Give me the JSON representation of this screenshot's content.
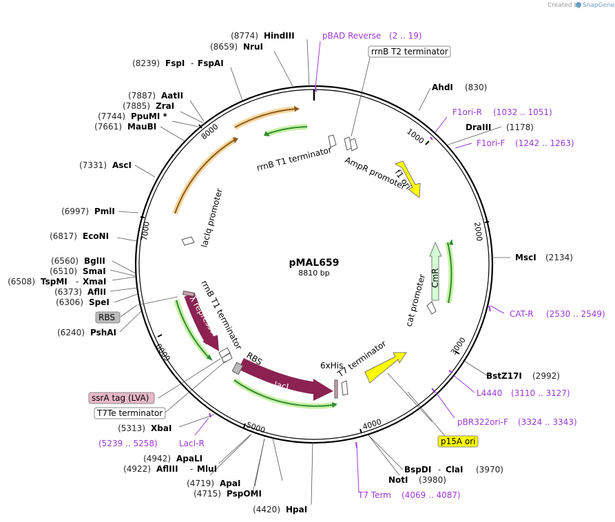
{
  "credit": {
    "prefix": "Created by",
    "brand": "SnapGene"
  },
  "plasmid": {
    "name": "pMAL659",
    "size": "8810 bp"
  },
  "colors": {
    "primer": "#9c38d6",
    "orf_green": "#2e8b2e",
    "lacI": "#8b2252",
    "terminator_yellow": "#ffff00",
    "lacIq": "#e8a33a"
  },
  "ticks": [
    {
      "label": "1000"
    },
    {
      "label": "2000"
    },
    {
      "label": "3000"
    },
    {
      "label": "4000"
    },
    {
      "label": "5000"
    },
    {
      "label": "6000"
    },
    {
      "label": "7000"
    },
    {
      "label": "8000"
    }
  ],
  "sites": [
    {
      "pos": "(8774)",
      "name": "HindIII"
    },
    {
      "pos": "(8659)",
      "name": "NruI"
    },
    {
      "pos": "(8239)",
      "name": "FspI",
      "name2": "FspAI"
    },
    {
      "pos": "(7887)",
      "name": "AatII"
    },
    {
      "pos": "(7885)",
      "name": "ZraI"
    },
    {
      "pos": "(7744)",
      "name": "PpuMI *"
    },
    {
      "pos": "(7661)",
      "name": "MauBI"
    },
    {
      "pos": "(7331)",
      "name": "AscI"
    },
    {
      "pos": "(6997)",
      "name": "PmlI"
    },
    {
      "pos": "(6817)",
      "name": "EcoNI"
    },
    {
      "pos": "(6560)",
      "name": "BglII"
    },
    {
      "pos": "(6510)",
      "name": "SmaI"
    },
    {
      "pos": "(6508)",
      "name": "TspMI",
      "name2": "XmaI"
    },
    {
      "pos": "(6373)",
      "name": "AflII"
    },
    {
      "pos": "(6306)",
      "name": "SpeI"
    },
    {
      "pos": "(6240)",
      "name": "PshAI"
    },
    {
      "pos": "(5313)",
      "name": "XbaI"
    },
    {
      "pos": "(4942)",
      "name": "ApaLI"
    },
    {
      "pos": "(4922)",
      "name": "AflIII",
      "name2": "MluI"
    },
    {
      "pos": "(4719)",
      "name": "ApaI"
    },
    {
      "pos": "(4715)",
      "name": "PspOMI"
    },
    {
      "pos": "(4420)",
      "name": "HpaI"
    },
    {
      "pos": "(830)",
      "name": "AhdI"
    },
    {
      "pos": "(1178)",
      "name": "DraIII"
    },
    {
      "pos": "(2134)",
      "name": "MscI"
    },
    {
      "pos": "(2992)",
      "name": "BstZ17I"
    },
    {
      "pos": "(3970)",
      "name": "BspDI",
      "name2": "ClaI"
    },
    {
      "pos": "(3980)",
      "name": "NotI"
    }
  ],
  "primers": [
    {
      "name": "pBAD Reverse",
      "range": "(2 .. 19)"
    },
    {
      "name": "F1ori-R",
      "range": "(1032 .. 1051)"
    },
    {
      "name": "F1ori-F",
      "range": "(1242 .. 1263)"
    },
    {
      "name": "CAT-R",
      "range": "(2530 .. 2549)"
    },
    {
      "name": "L4440",
      "range": "(3110 .. 3127)"
    },
    {
      "name": "pBR322ori-F",
      "range": "(3324 .. 3343)"
    },
    {
      "name": "T7 Term",
      "range": "(4069 .. 4087)"
    },
    {
      "name": "LacI-R",
      "range": "(5239 .. 5258)"
    }
  ],
  "boxed_features": [
    {
      "name": "rrnB T2 terminator"
    },
    {
      "name": "RBS"
    },
    {
      "name": "ssrA tag (LVA)"
    },
    {
      "name": "T7Te terminator"
    },
    {
      "name": "p15A ori"
    }
  ],
  "features": [
    {
      "name": "rrnB T1 terminator"
    },
    {
      "name": "AmpR promoter"
    },
    {
      "name": "f1 ori"
    },
    {
      "name": "lacIq promoter"
    },
    {
      "name": "CmR"
    },
    {
      "name": "cat promoter"
    },
    {
      "name": "λ repressor"
    },
    {
      "name": "rrnB T1 terminator"
    },
    {
      "name": "RBS"
    },
    {
      "name": "lacI"
    },
    {
      "name": "6xHis"
    },
    {
      "name": "T7 terminator"
    }
  ]
}
